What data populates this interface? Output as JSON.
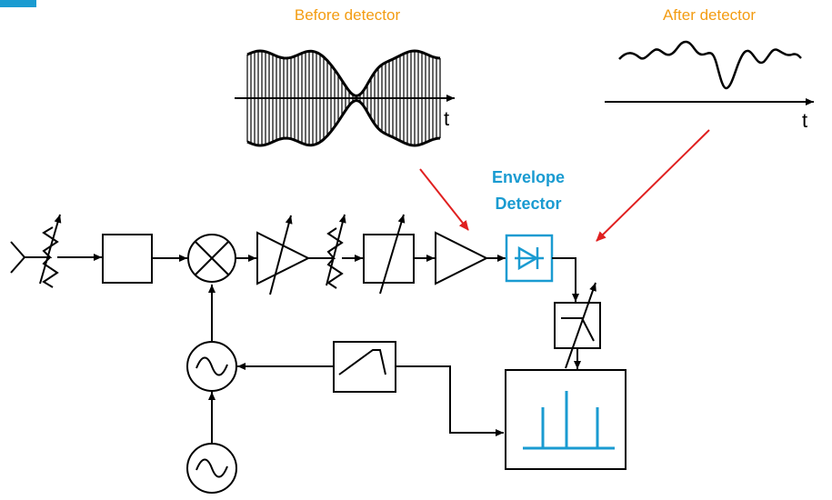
{
  "labels": {
    "before_detector": "Before detector",
    "after_detector": "After detector",
    "envelope": "Envelope",
    "detector": "Detector",
    "t_before": "t",
    "t_after": "t"
  },
  "colors": {
    "orange": "#f39c12",
    "blue": "#1a9bd1",
    "red": "#e02020",
    "black": "#000000"
  },
  "icons": {
    "antenna": "antenna-icon",
    "attenuator": "variable-attenuator-icon",
    "filter": "filter-block-icon",
    "mixer": "mixer-icon",
    "amplifier": "amplifier-icon",
    "detector": "diode-detector-icon",
    "oscillator": "oscillator-icon",
    "ramp": "sawtooth-generator-icon",
    "display": "spectrum-display-icon"
  }
}
